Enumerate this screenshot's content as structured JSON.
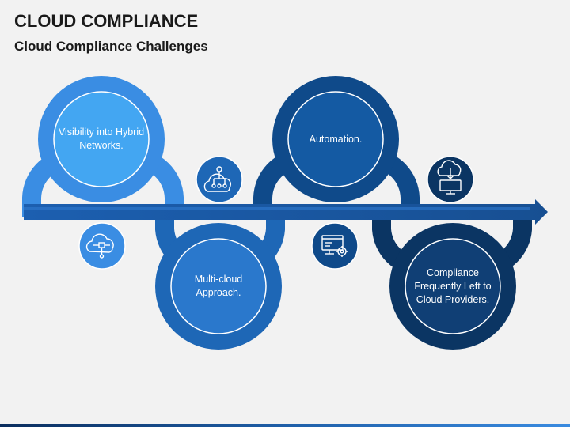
{
  "title": "CLOUD COMPLIANCE",
  "subtitle": "Cloud Compliance Challenges",
  "colors": {
    "stage1": "#3a8de3",
    "stage1_inner": "#43a6f2",
    "stage2": "#1e67b6",
    "stage2_inner": "#2a78cc",
    "stage3": "#0f4a8a",
    "stage3_inner": "#145aa3",
    "stage4": "#0b3563",
    "stage4_inner": "#103f75",
    "arrow": "#1d5aa3"
  },
  "stages": [
    {
      "label": "Visibility into Hybrid Networks.",
      "icon": "cloud-network-icon"
    },
    {
      "label": "Multi-cloud Approach.",
      "icon": "cloud-hierarchy-icon"
    },
    {
      "label": "Automation.",
      "icon": "monitor-gear-icon"
    },
    {
      "label": "Compliance Frequently Left to Cloud Providers.",
      "icon": "cloud-download-monitor-icon"
    }
  ]
}
